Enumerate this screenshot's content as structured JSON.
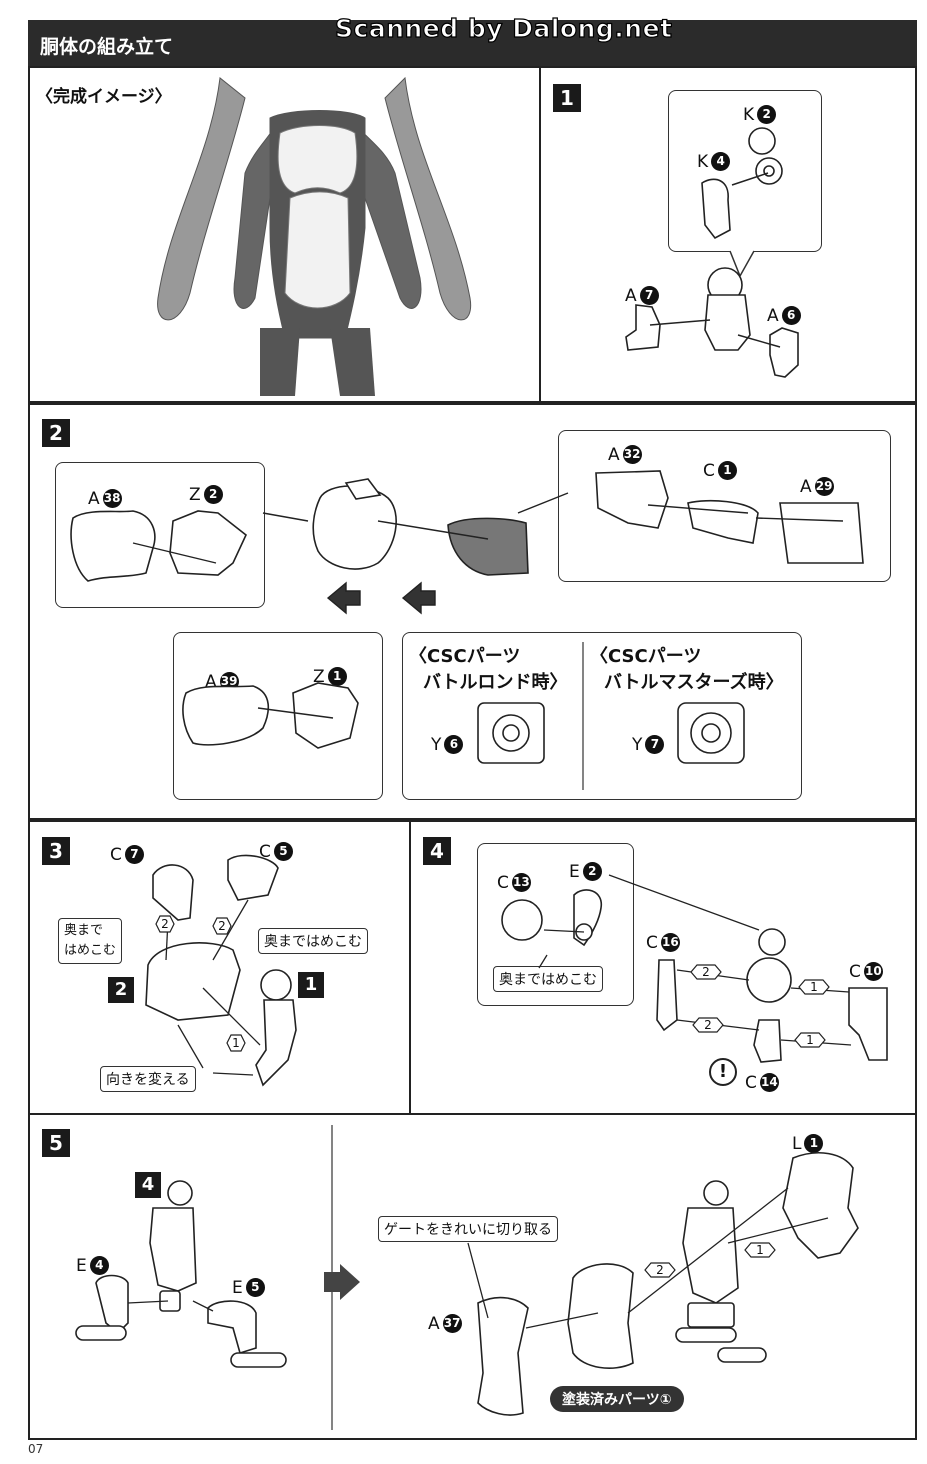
{
  "header": {
    "title": "胴体の組み立て",
    "watermark": "Scanned by Dalong.net"
  },
  "preview": {
    "title": "〈完成イメージ〉"
  },
  "steps": {
    "s1": {
      "number": "1",
      "parts": {
        "k2": "K",
        "k2n": "2",
        "k4": "K",
        "k4n": "4",
        "a7": "A",
        "a7n": "7",
        "a6": "A",
        "a6n": "6"
      }
    },
    "s2": {
      "number": "2",
      "parts": {
        "a38": "A",
        "a38n": "38",
        "z2": "Z",
        "z2n": "2",
        "a32": "A",
        "a32n": "32",
        "c1": "C",
        "c1n": "1",
        "a29": "A",
        "a29n": "29",
        "a39": "A",
        "a39n": "39",
        "z1": "Z",
        "z1n": "1",
        "y6": "Y",
        "y6n": "6",
        "y7": "Y",
        "y7n": "7"
      },
      "csc_rond": {
        "line1": "〈CSCパーツ",
        "line2": "バトルロンド時〉"
      },
      "csc_masters": {
        "line1": "〈CSCパーツ",
        "line2": "バトルマスターズ時〉"
      }
    },
    "s3": {
      "number": "3",
      "parts": {
        "c7": "C",
        "c7n": "7",
        "c5": "C",
        "c5n": "5"
      },
      "ref_2": "2",
      "ref_1": "1",
      "note_left_1": "奥まで",
      "note_left_2": "はめこむ",
      "note_right": "奥まではめこむ",
      "note_turn": "向きを変える",
      "order_2a": "2",
      "order_2b": "2",
      "order_1": "1"
    },
    "s4": {
      "number": "4",
      "parts": {
        "c13": "C",
        "c13n": "13",
        "e2": "E",
        "e2n": "2",
        "c16": "C",
        "c16n": "16",
        "c10": "C",
        "c10n": "10",
        "c14": "C",
        "c14n": "14"
      },
      "note": "奥まではめこむ",
      "warn": "!",
      "order_2a": "2",
      "order_1a": "1",
      "order_2b": "2",
      "order_1b": "1"
    },
    "s5": {
      "number": "5",
      "ref_4": "4",
      "parts": {
        "e4": "E",
        "e4n": "4",
        "e5": "E",
        "e5n": "5",
        "l1": "L",
        "l1n": "1",
        "a37": "A",
        "a37n": "37"
      },
      "gate_note": "ゲートをきれいに切り取る",
      "painted": "塗装済みパーツ①",
      "order_2": "2",
      "order_1": "1"
    }
  },
  "page": {
    "number": "07"
  }
}
